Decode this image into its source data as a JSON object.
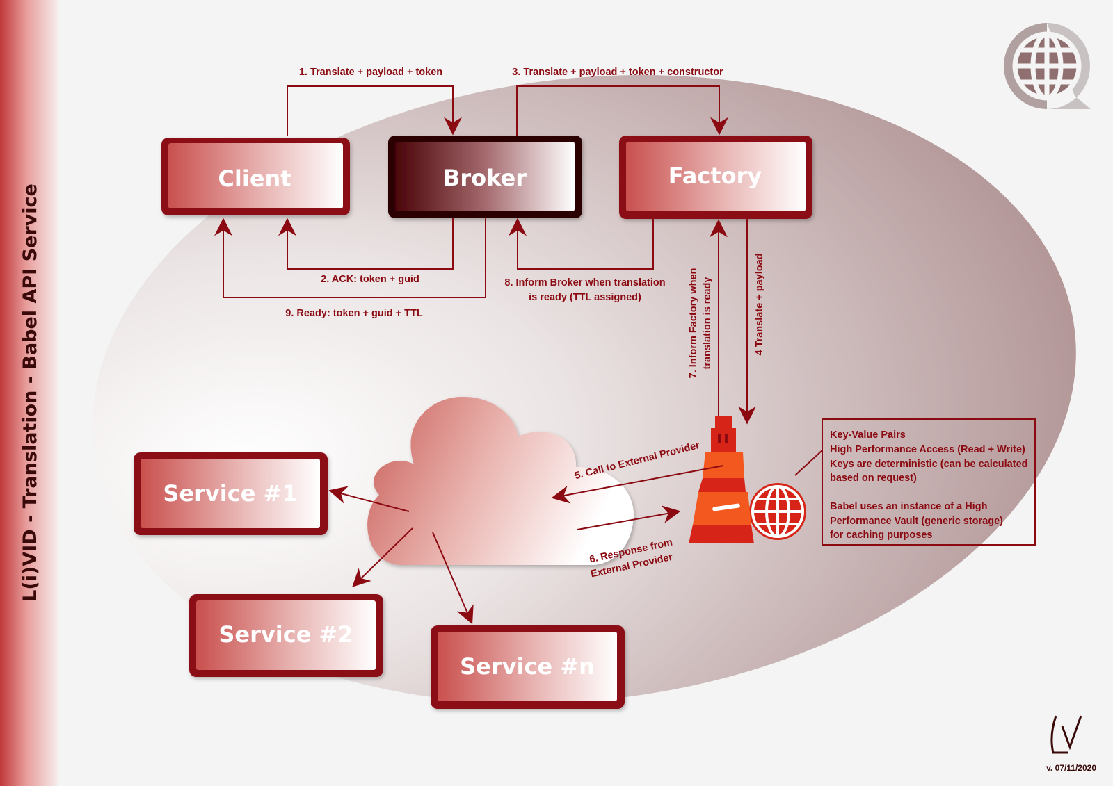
{
  "title": "L(i)VID - Translation - Babel API Service",
  "version": "v. 07/11/2020",
  "signature_mark": "LV",
  "colors": {
    "accent": "#8b0a12",
    "box_fill_start": "#c9504e",
    "broker_start": "#4a0408",
    "tower": "#d62518",
    "tower_light": "#f3581e"
  },
  "icons": {
    "top_right": "globe-speech-icon",
    "tower": "babel-tower-globe-icon",
    "cloud": "cloud-icon"
  },
  "nodes": {
    "client": "Client",
    "broker": "Broker",
    "factory": "Factory",
    "service1": "Service #1",
    "service2": "Service #2",
    "servicen": "Service #n"
  },
  "edges": {
    "e1": "1. Translate + payload + token",
    "e2": "2. ACK: token + guid",
    "e3": "3. Translate + payload + token + constructor",
    "e4": "4 Translate + payload",
    "e5": "5. Call to External Provider",
    "e6_line1": "6. Response from",
    "e6_line2": "External Provider",
    "e7_line1": "7. Inform Factory when",
    "e7_line2": "translation is ready",
    "e8_line1": "8. Inform Broker when translation",
    "e8_line2": "is ready (TTL assigned)",
    "e9": "9. Ready: token + guid + TTL"
  },
  "note": {
    "lines": [
      "Key-Value Pairs",
      "High Performance Access (Read + Write)",
      "Keys are deterministic (can be calculated",
      "based on request)",
      "",
      "Babel uses an instance of a High",
      "Performance Vault (generic storage)",
      "for caching purposes"
    ]
  }
}
